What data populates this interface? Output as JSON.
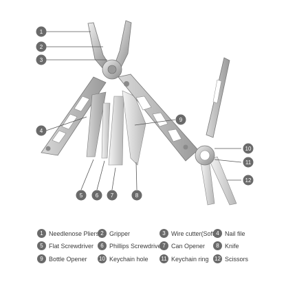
{
  "parts": [
    {
      "number": "1",
      "label": "Needlenose Pliers",
      "icon": "needlenose-pliers-icon"
    },
    {
      "number": "2",
      "label": "Gripper",
      "icon": "gripper-icon"
    },
    {
      "number": "3",
      "label": "Wire cutter(Soft)",
      "icon": "wire-cutter-icon"
    },
    {
      "number": "4",
      "label": "Nail file",
      "icon": "nail-file-icon"
    },
    {
      "number": "5",
      "label": "Flat Screwdriver",
      "icon": "flat-screwdriver-icon"
    },
    {
      "number": "6",
      "label": "Phillips Screwdriver",
      "icon": "phillips-screwdriver-icon"
    },
    {
      "number": "7",
      "label": "Can Opener",
      "icon": "can-opener-icon"
    },
    {
      "number": "8",
      "label": "Knife",
      "icon": "knife-icon"
    },
    {
      "number": "9",
      "label": "Bottle Opener",
      "icon": "bottle-opener-icon"
    },
    {
      "number": "10",
      "label": "Keychain hole",
      "icon": "keychain-hole-icon"
    },
    {
      "number": "11",
      "label": "Keychain ring",
      "icon": "keychain-ring-icon"
    },
    {
      "number": "12",
      "label": "Scissors",
      "icon": "scissors-icon"
    }
  ],
  "colors": {
    "badge": "#6a6a6a",
    "steel": "#c9c9c9",
    "steel_dark": "#8e8e8e",
    "text": "#3a3a3a"
  }
}
